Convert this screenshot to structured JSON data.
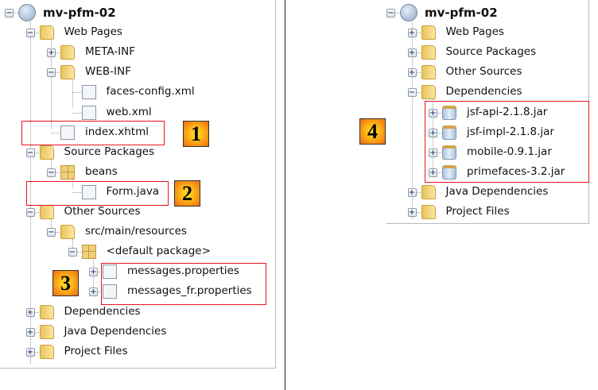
{
  "left_tree": [
    {
      "label": "mv-pfm-02",
      "level": 0,
      "exp": "-",
      "icon": "globe",
      "bold": true
    },
    {
      "label": "Web Pages",
      "level": 1,
      "exp": "-",
      "icon": "folder"
    },
    {
      "label": "META-INF",
      "level": 2,
      "exp": "+",
      "icon": "folder"
    },
    {
      "label": "WEB-INF",
      "level": 2,
      "exp": "-",
      "icon": "folder"
    },
    {
      "label": "faces-config.xml",
      "level": 3,
      "exp": "",
      "icon": "file"
    },
    {
      "label": "web.xml",
      "level": 3,
      "exp": "",
      "icon": "file"
    },
    {
      "label": "index.xhtml",
      "level": 2,
      "exp": "",
      "icon": "file"
    },
    {
      "label": "Source Packages",
      "level": 1,
      "exp": "-",
      "icon": "folder"
    },
    {
      "label": "beans",
      "level": 2,
      "exp": "-",
      "icon": "pkg"
    },
    {
      "label": "Form.java",
      "level": 3,
      "exp": "",
      "icon": "file"
    },
    {
      "label": "Other Sources",
      "level": 1,
      "exp": "-",
      "icon": "folder"
    },
    {
      "label": "src/main/resources",
      "level": 2,
      "exp": "-",
      "icon": "folder"
    },
    {
      "label": "<default package>",
      "level": 3,
      "exp": "-",
      "icon": "pkg"
    },
    {
      "label": "messages.properties",
      "level": 4,
      "exp": "+",
      "icon": "file"
    },
    {
      "label": "messages_fr.properties",
      "level": 4,
      "exp": "+",
      "icon": "file"
    },
    {
      "label": "Dependencies",
      "level": 1,
      "exp": "+",
      "icon": "folder"
    },
    {
      "label": "Java Dependencies",
      "level": 1,
      "exp": "+",
      "icon": "folder"
    },
    {
      "label": "Project Files",
      "level": 1,
      "exp": "+",
      "icon": "folder"
    }
  ],
  "right_tree": [
    {
      "label": "mv-pfm-02",
      "level": 0,
      "exp": "-",
      "icon": "globe",
      "bold": true
    },
    {
      "label": "Web Pages",
      "level": 1,
      "exp": "+",
      "icon": "folder"
    },
    {
      "label": "Source Packages",
      "level": 1,
      "exp": "+",
      "icon": "folder"
    },
    {
      "label": "Other Sources",
      "level": 1,
      "exp": "+",
      "icon": "folder"
    },
    {
      "label": "Dependencies",
      "level": 1,
      "exp": "-",
      "icon": "folder"
    },
    {
      "label": "jsf-api-2.1.8.jar",
      "level": 2,
      "exp": "+",
      "icon": "jar"
    },
    {
      "label": "jsf-impl-2.1.8.jar",
      "level": 2,
      "exp": "+",
      "icon": "jar"
    },
    {
      "label": "mobile-0.9.1.jar",
      "level": 2,
      "exp": "+",
      "icon": "jar"
    },
    {
      "label": "primefaces-3.2.jar",
      "level": 2,
      "exp": "+",
      "icon": "jar"
    },
    {
      "label": "Java Dependencies",
      "level": 1,
      "exp": "+",
      "icon": "folder"
    },
    {
      "label": "Project Files",
      "level": 1,
      "exp": "+",
      "icon": "folder"
    }
  ],
  "badges": {
    "b1": "1",
    "b2": "2",
    "b3": "3",
    "b4": "4"
  }
}
